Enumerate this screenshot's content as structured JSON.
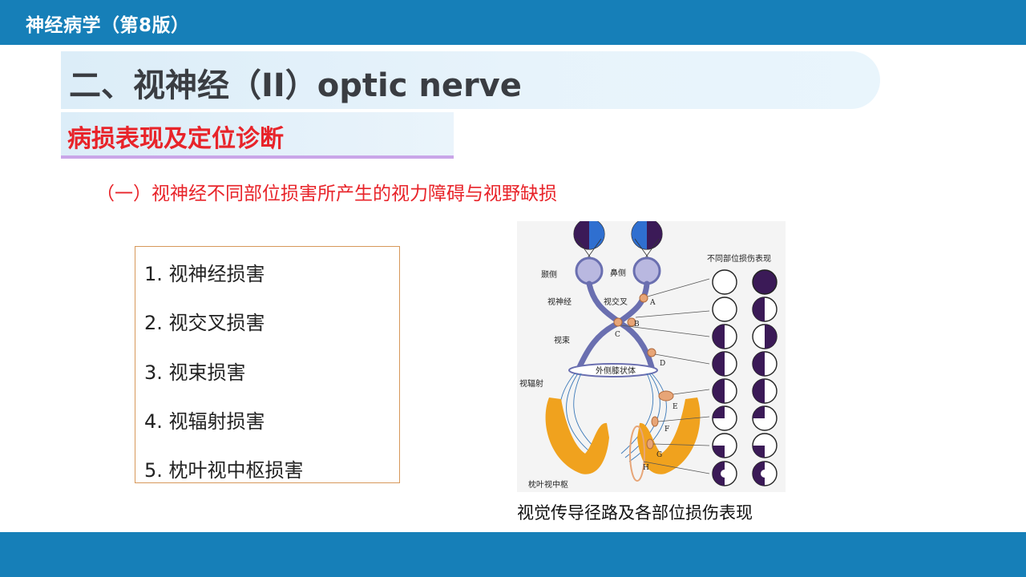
{
  "header": {
    "course": "神经病学（第8版）"
  },
  "title": "二、视神经（II）optic nerve",
  "subtitle": "病损表现及定位诊断",
  "section_heading": "（一）视神经不同部位损害所产生的视力障碍与视野缺损",
  "lesions": [
    "1. 视神经损害",
    "2. 视交叉损害",
    "3. 视束损害",
    "4. 视辐射损害",
    "5. 枕叶视中枢损害"
  ],
  "figure": {
    "caption": "视觉传导径路及各部位损伤表现",
    "panel_title": "不同部位损伤表现",
    "labels": {
      "temporal": "颞侧",
      "nasal": "鼻侧",
      "optic_nerve": "视神经",
      "chiasm": "视交叉",
      "optic_tract": "视束",
      "lgn": "外侧膝状体",
      "radiation": "视辐射",
      "occipital": "枕叶视中枢"
    },
    "markers": [
      "A",
      "B",
      "C",
      "D",
      "E",
      "F",
      "G",
      "H"
    ],
    "colors": {
      "pathway": "#6a6fb0",
      "cortex": "#f0a21e",
      "defect": "#3b1a57",
      "lesion_marker": "#e7a577",
      "eye_blue": "#2f6fd0"
    }
  }
}
